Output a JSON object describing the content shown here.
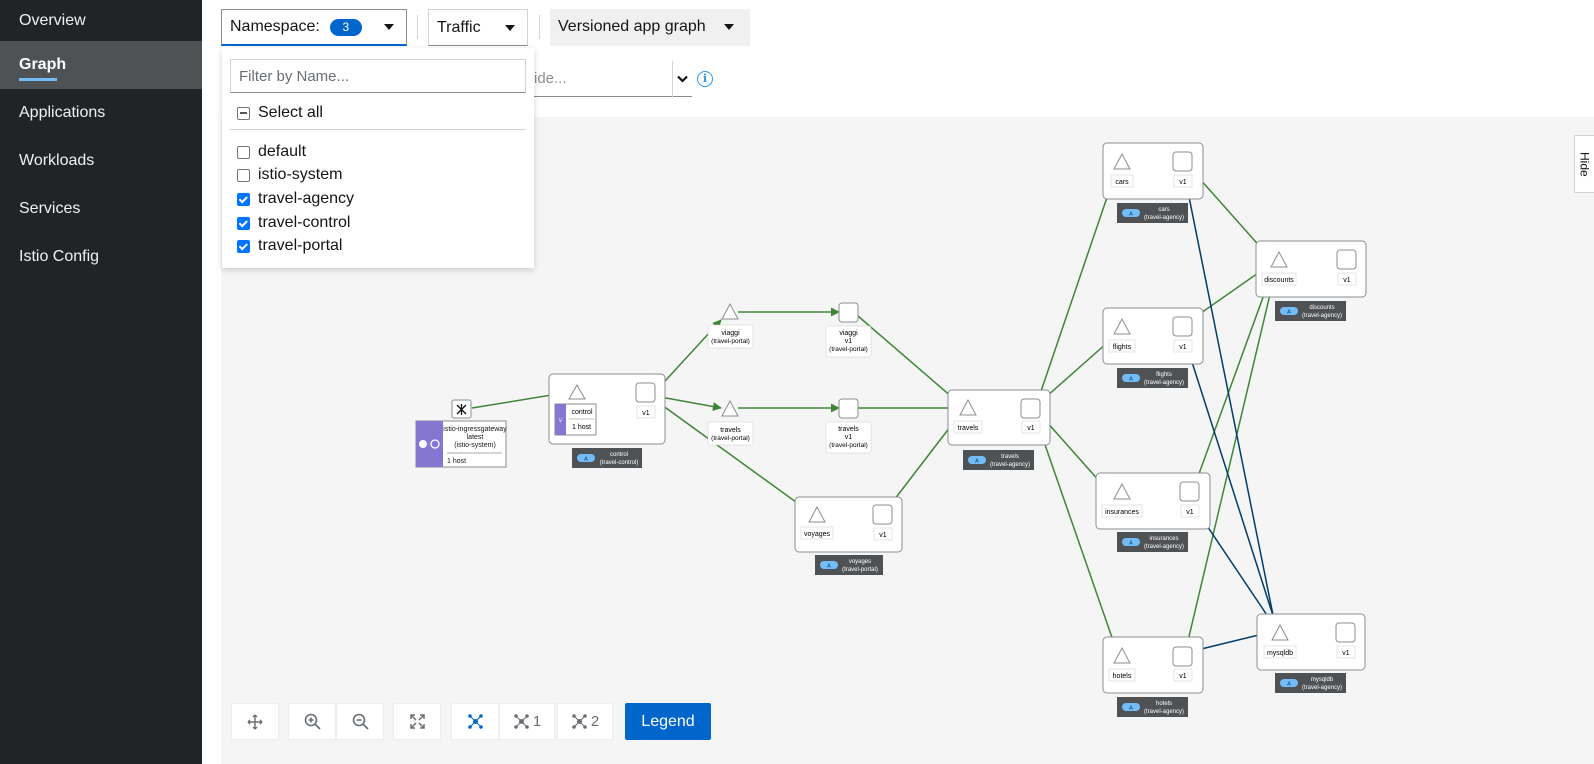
{
  "sidebar": {
    "items": [
      {
        "label": "Overview",
        "active": false
      },
      {
        "label": "Graph",
        "active": true
      },
      {
        "label": "Applications",
        "active": false
      },
      {
        "label": "Workloads",
        "active": false
      },
      {
        "label": "Services",
        "active": false
      },
      {
        "label": "Istio Config",
        "active": false
      }
    ]
  },
  "toolbar": {
    "namespace_label": "Namespace:",
    "namespace_count": "3",
    "traffic_label": "Traffic",
    "graph_type_label": "Versioned app graph",
    "hide_placeholder": "ide..."
  },
  "namespace_dropdown": {
    "filter_placeholder": "Filter by Name...",
    "select_all_label": "Select all",
    "options": [
      {
        "label": "default",
        "checked": false
      },
      {
        "label": "istio-system",
        "checked": false
      },
      {
        "label": "travel-agency",
        "checked": true
      },
      {
        "label": "travel-control",
        "checked": true
      },
      {
        "label": "travel-portal",
        "checked": true
      }
    ]
  },
  "side_panel": {
    "hide_label": "Hide"
  },
  "graph_controls": {
    "layout_1_label": "1",
    "layout_2_label": "2",
    "legend_label": "Legend"
  },
  "colors": {
    "sidebar_bg": "#212427",
    "active_nav": "#4f5255",
    "primary": "#0066cc",
    "edge_green": "#3e8635",
    "edge_blue": "#003d6b",
    "ingress_purple": "#8476d1",
    "badge_dark": "#4f5255",
    "app_badge": "#73bcf7"
  },
  "graph": {
    "texts": {
      "v1": "v1",
      "one_host": "1 host",
      "app_badge": "A"
    },
    "ingress": {
      "name": "istio-ingressgateway",
      "version": "latest",
      "namespace": "(istio-system)",
      "hosts": "1 host"
    },
    "control": {
      "service": "control",
      "badge_name": "control",
      "badge_ns": "(travel-control)"
    },
    "viaggi": {
      "service": "viaggi",
      "service_ns": "(travel-portal)",
      "wl_name": "viaggi",
      "wl_ns": "(travel-portal)"
    },
    "travels_portal": {
      "service": "travels",
      "service_ns": "(travel-portal)",
      "wl_name": "travels",
      "wl_ns": "(travel-portal)"
    },
    "voyages": {
      "service": "voyages",
      "badge_name": "voyages",
      "badge_ns": "(travel-portal)"
    },
    "travels_agency": {
      "service": "travels",
      "badge_name": "travels",
      "badge_ns": "(travel-agency)"
    },
    "cars": {
      "service": "cars",
      "badge_name": "cars",
      "badge_ns": "(travel-agency)"
    },
    "flights": {
      "service": "flights",
      "badge_name": "flights",
      "badge_ns": "(travel-agency)"
    },
    "insurances": {
      "service": "insurances",
      "badge_name": "insurances",
      "badge_ns": "(travel-agency)"
    },
    "hotels": {
      "service": "hotels",
      "badge_name": "hotels",
      "badge_ns": "(travel-agency)"
    },
    "discounts": {
      "service": "discounts",
      "badge_name": "discounts",
      "badge_ns": "(travel-agency)"
    },
    "mysqldb": {
      "service": "mysqldb",
      "badge_name": "mysqldb",
      "badge_ns": "(travel-agency)"
    }
  }
}
